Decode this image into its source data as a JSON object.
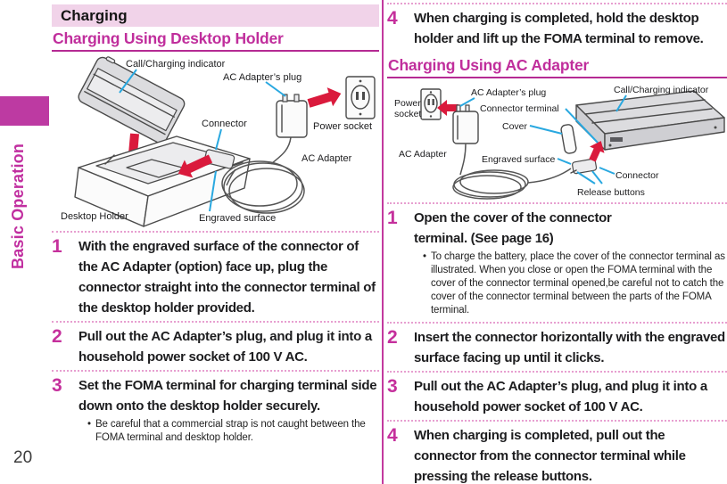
{
  "page": {
    "number": "20"
  },
  "sidebar": {
    "label": "Basic Operation"
  },
  "colors": {
    "accent_magenta": "#c02e9c",
    "sidebar_block": "#bd3aa2",
    "title_bar_pink": "#f1d3e9",
    "callout_cyan": "#29a8e0",
    "arrow_red": "#da1a3c"
  },
  "left": {
    "section_title": "Charging",
    "subsection_title": "Charging Using Desktop Holder",
    "diagram": {
      "labels": {
        "call_charging_indicator": "Call/Charging indicator",
        "ac_adapters_plug": "AC Adapter’s plug",
        "connector": "Connector",
        "power_socket": "Power socket",
        "ac_adapter": "AC Adapter",
        "desktop_holder": "Desktop Holder",
        "engraved_surface": "Engraved surface"
      }
    },
    "steps": [
      {
        "num": "1",
        "text": "With the engraved surface of the connector of the AC Adapter (option) face up, plug the connector straight into the connector terminal of the desktop holder provided."
      },
      {
        "num": "2",
        "text": "Pull out the AC Adapter’s plug, and plug it into a household power socket of 100 V AC."
      },
      {
        "num": "3",
        "text": "Set the FOMA terminal for charging terminal side down onto the desktop holder securely.",
        "note_bullet": "•",
        "note": "Be careful that a commercial strap is not caught between the FOMA terminal and desktop holder."
      }
    ]
  },
  "right": {
    "step4_continued": {
      "num": "4",
      "text": "When charging is completed, hold the desktop holder and lift up the FOMA terminal to remove."
    },
    "subsection_title": "Charging Using AC Adapter",
    "diagram": {
      "labels": {
        "power_socket_lines": [
          "Power",
          "socket"
        ],
        "ac_adapters_plug": "AC Adapter’s plug",
        "connector_terminal": "Connector terminal",
        "cover": "Cover",
        "call_charging_indicator": "Call/Charging indicator",
        "ac_adapter": "AC Adapter",
        "engraved_surface": "Engraved surface",
        "connector": "Connector",
        "release_buttons": "Release buttons"
      }
    },
    "steps": [
      {
        "num": "1",
        "text": "Open the cover of the connector terminal. (See page 16)",
        "note_bullet": "•",
        "note": "To charge the battery, place the cover of the connector terminal as illustrated. When you close or open the FOMA terminal with the cover of the connector terminal opened,be careful not to catch the cover of the connector terminal between the parts of the FOMA terminal."
      },
      {
        "num": "2",
        "text": "Insert the connector horizontally with the engraved surface facing up until it clicks."
      },
      {
        "num": "3",
        "text": "Pull out the AC Adapter’s plug, and plug it into a household power socket of 100 V AC."
      },
      {
        "num": "4",
        "text": "When charging is completed, pull out the connector from the connector terminal while pressing the release buttons."
      }
    ]
  }
}
